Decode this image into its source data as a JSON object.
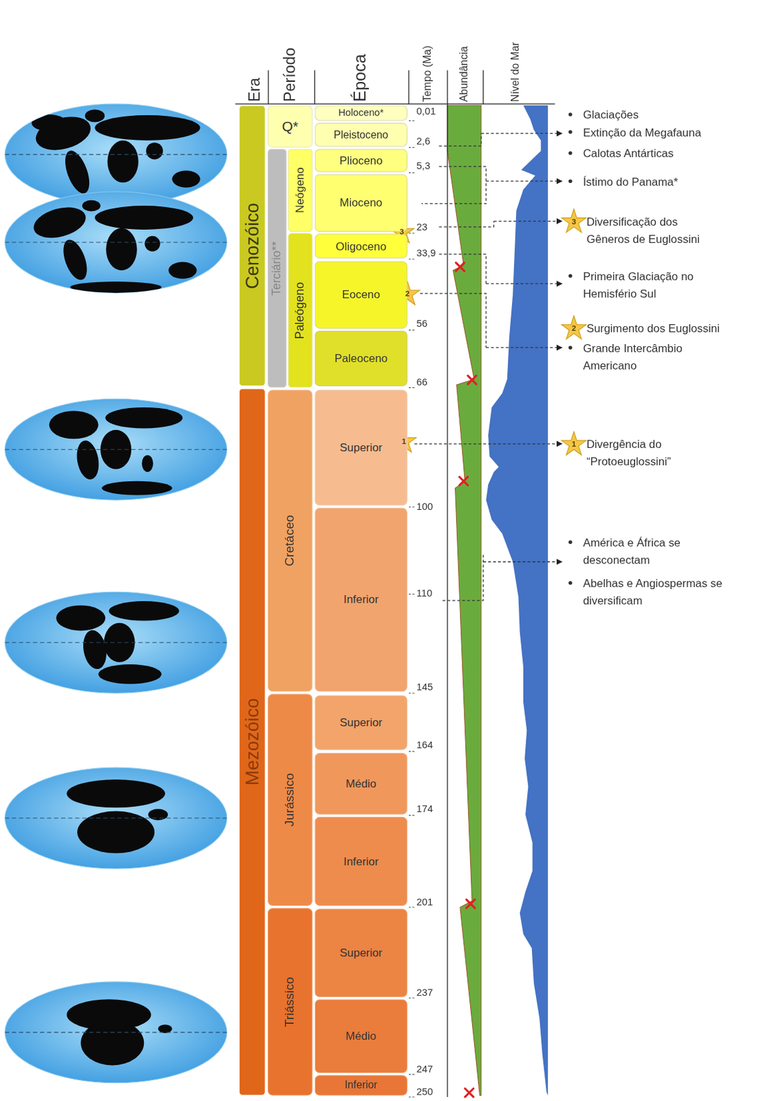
{
  "diagram": {
    "nodes": [
      {
        "text": [
          "Cenozóico"
        ]
      },
      {
        "text": [
          "Q*"
        ]
      },
      {
        "text": [
          "Terciário**"
        ]
      },
      {
        "text": [
          "Neógeno"
        ]
      },
      {
        "text": [
          "Paleógeno"
        ]
      },
      {
        "text": [
          "Holoceno*"
        ]
      },
      {
        "text": [
          "Pleistoceno"
        ]
      },
      {
        "text": [
          "Plioceno"
        ]
      },
      {
        "text": [
          "Mioceno"
        ]
      },
      {
        "text": [
          "Oligoceno"
        ]
      },
      {
        "text": [
          "Eoceno"
        ]
      },
      {
        "text": [
          "Paleoceno"
        ]
      },
      {
        "text": [
          "Mezozóico"
        ]
      },
      {
        "text": [
          "Cretáceo"
        ]
      },
      {
        "text": [
          "Superior"
        ]
      },
      {
        "text": [
          "Inferior"
        ]
      },
      {
        "text": [
          "Jurássico"
        ]
      },
      {
        "text": [
          "Superior"
        ]
      },
      {
        "text": [
          "Médio"
        ]
      },
      {
        "text": [
          "Inferior"
        ]
      },
      {
        "text": [
          "Triássico"
        ]
      },
      {
        "text": [
          "Superior"
        ]
      },
      {
        "text": [
          "Médio"
        ]
      },
      {
        "text": [
          "Inferior"
        ]
      }
    ],
    "labels": [
      "Era",
      "Período",
      "Época",
      "Tempo (Ma)",
      "Abundância",
      "Nível do Mar",
      "0,01",
      "2,6",
      "5,3",
      "23",
      "33,9",
      "56",
      "66",
      "100",
      "110",
      "145",
      "164",
      "174",
      "201",
      "237",
      "247",
      "250",
      "3",
      "2",
      "1",
      "Glaciações",
      "Extinção da Megafauna",
      "Calotas Antárticas",
      "Ístimo do Panama*",
      "3",
      "Diversificação dos Gêneros de Euglossini",
      "Primeira Glaciação no Hemisfério Sul",
      "2",
      "Surgimento dos Euglossini",
      "Grande Intercâmbio Americano",
      "1",
      "Divergência do “Protoeuglossini”",
      "América e África se desconectam",
      "Abelhas e Angiospermas se diversificam"
    ]
  }
}
